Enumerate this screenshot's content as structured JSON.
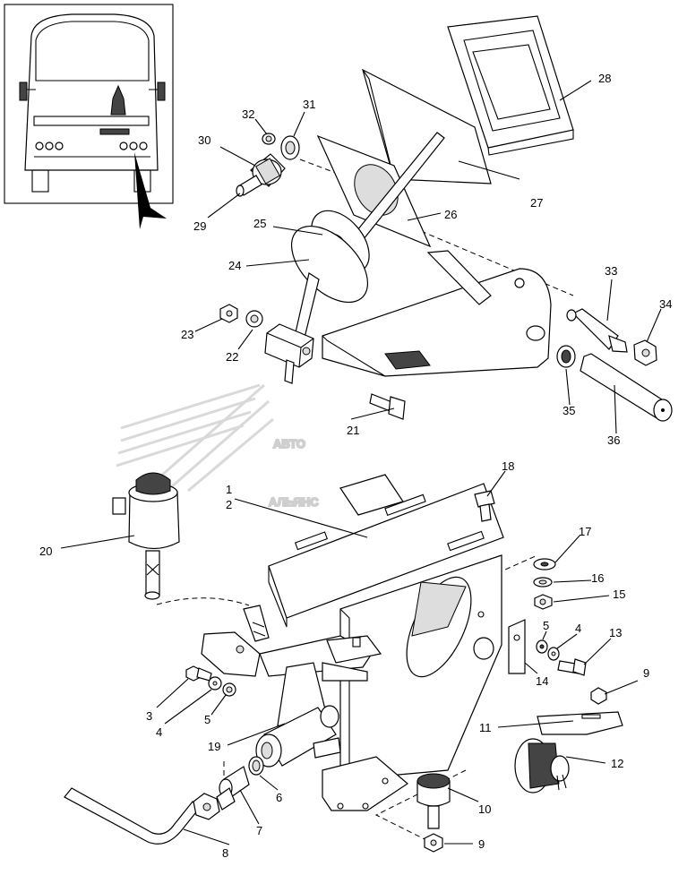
{
  "watermark": {
    "line1": "АВТО",
    "line2": "АЛЬЯНС"
  },
  "callouts": [
    {
      "id": "c28",
      "text": "28"
    },
    {
      "id": "c27",
      "text": "27"
    },
    {
      "id": "c26",
      "text": "26"
    },
    {
      "id": "c25",
      "text": "25"
    },
    {
      "id": "c24",
      "text": "24"
    },
    {
      "id": "c32",
      "text": "32"
    },
    {
      "id": "c31",
      "text": "31"
    },
    {
      "id": "c30",
      "text": "30"
    },
    {
      "id": "c29",
      "text": "29"
    },
    {
      "id": "c33",
      "text": "33"
    },
    {
      "id": "c34",
      "text": "34"
    },
    {
      "id": "c35",
      "text": "35"
    },
    {
      "id": "c36",
      "text": "36"
    },
    {
      "id": "c23",
      "text": "23"
    },
    {
      "id": "c22",
      "text": "22"
    },
    {
      "id": "c21",
      "text": "21"
    },
    {
      "id": "c20",
      "text": "20"
    },
    {
      "id": "c1",
      "text": "1"
    },
    {
      "id": "c2",
      "text": "2"
    },
    {
      "id": "c18",
      "text": "18"
    },
    {
      "id": "c17",
      "text": "17"
    },
    {
      "id": "c16",
      "text": "16"
    },
    {
      "id": "c15",
      "text": "15"
    },
    {
      "id": "c5a",
      "text": "5"
    },
    {
      "id": "c4a",
      "text": "4"
    },
    {
      "id": "c13",
      "text": "13"
    },
    {
      "id": "c14",
      "text": "14"
    },
    {
      "id": "c9a",
      "text": "9"
    },
    {
      "id": "c11",
      "text": "11"
    },
    {
      "id": "c12",
      "text": "12"
    },
    {
      "id": "c3",
      "text": "3"
    },
    {
      "id": "c4b",
      "text": "4"
    },
    {
      "id": "c5b",
      "text": "5"
    },
    {
      "id": "c19",
      "text": "19"
    },
    {
      "id": "c6",
      "text": "6"
    },
    {
      "id": "c7",
      "text": "7"
    },
    {
      "id": "c8",
      "text": "8"
    },
    {
      "id": "c10",
      "text": "10"
    },
    {
      "id": "c9b",
      "text": "9"
    }
  ]
}
